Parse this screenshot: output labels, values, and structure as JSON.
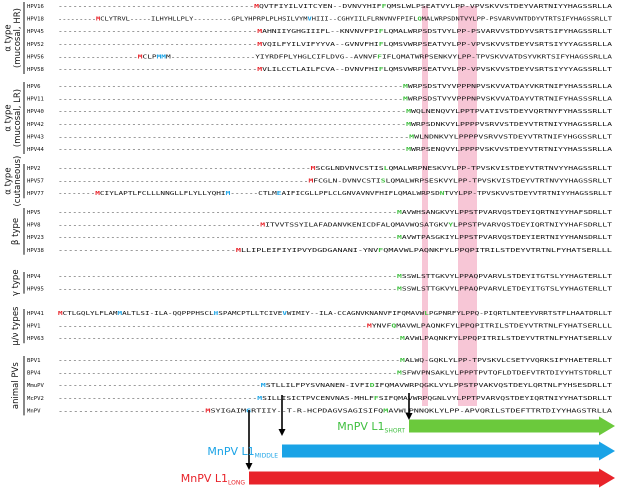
{
  "colors": {
    "start_red": "#e8232a",
    "start_blue": "#1aa3e6",
    "start_green": "#3fbf3f",
    "highlight_pink": "#f7c6d6",
    "arrow_green": "#6bc93c",
    "arrow_blue": "#1aa3e6",
    "arrow_red": "#e8232a",
    "text": "#111111",
    "dash": "#222222"
  },
  "groups": [
    {
      "label_lines": [
        "α type",
        "(mucosal, HR)"
      ],
      "rows": [
        {
          "name": "HPV16",
          "seq": "----------------------------------------MQVTFIYILVITCYEN--DVNVYHIFFQMSLWLPSEATVYLPP-VPVSKVVSTDEYVARTNIYYHAGSSRLLA"
        },
        {
          "name": "HPV18",
          "seq": "---------MCLYTRVL-----ILHYHLLPLY---------GPLYHPRPLPLHSILVYMVHIII--CGHYIILFLRNVNVFPIFLQMALWRPSDNTVYLPP-PSVARVVNTDDYVTRTSIFYHAGSSRLLT"
        },
        {
          "name": "HPV45",
          "seq": "-----------------------------------------MAHNIIYGHGIIIFL--KNVNVFPIFLQMALWRPSDSTVYLPP-PSVARVVSTDDYVSRTSIFYHAGSSRLLT"
        },
        {
          "name": "HPV52",
          "seq": "-----------------------------------------MVQILFYILVIFYYVA--GVNVFHIFLQMSVWRPSEATVYLPP-VPVSKVVSTDEYVSRTSIYYYAGSSRLLA"
        },
        {
          "name": "HPV56",
          "seq": "-----------------MCLPMMM------------------YIYRDFPLYHGLCIFLDVG--AVNVFFIFLQMATWRPSENKVYLPP-TPVSKVVATDSYVKRTSIFYHAGSSRLLA"
        },
        {
          "name": "HPV58",
          "seq": "-----------------------------------------MVLILCCTLAILFCVA--DVNVFHIFLQMSVWRPSEATVYLPP-VPVSKVVSTDEYVSRTSIYYYAGSSRLLT"
        }
      ]
    },
    {
      "label_lines": [
        "α type",
        "(mucosal, LR)"
      ],
      "rows": [
        {
          "name": "HPV6",
          "seq": "-----------------------------------------------------------------------MWRPSDSTVYVPPPNPVSKVVATDAYVKRTNIFYHASSSRLLA"
        },
        {
          "name": "HPV11",
          "seq": "-----------------------------------------------------------------------MWRPSDSTVYVPPPNPVSKVVATDAYVTRTNIFYHASSSRLLA"
        },
        {
          "name": "HPV40",
          "seq": "-----------------------------------------------------------------------MWQLNENQVYLPPTPVATIVSTDEYVQRTNYFYHASSSRLLT"
        },
        {
          "name": "HPV42",
          "seq": "-----------------------------------------------------------------------MWRPSDNKVYLPPPPVSRVVSTDEYVTRTNIYYHAGSSRLLA"
        },
        {
          "name": "HPV43",
          "seq": "-----------------------------------------------------------------------MWLNDNKVYLPPPPVSRVVSTDEYVTRTNIFYHGGSSRLLT"
        },
        {
          "name": "HPV44",
          "seq": "-----------------------------------------------------------------------MWRPSENQVYLPPPPVSKVVSTDEYVTRTNIYYHASSSRLLA"
        }
      ]
    },
    {
      "label_lines": [
        "α type",
        "(cutaneous)"
      ],
      "rows": [
        {
          "name": "HPV2",
          "seq": "----------------------------------------------------MSCGLNDVNVCSTISLQMALWRPNESKVYLPP-TPVSKVISTDEYVTRTNVYYHAGSSRLLT"
        },
        {
          "name": "HPV57",
          "seq": "----------------------------------------------------MFCGLN-DVNVCSTISLQMALWRPSESKVYLPP-TPVSKVISTDEYVTRTNVYYHAGSSRLLT"
        },
        {
          "name": "HPV77",
          "seq": "--------MCIYLAPTLFCLLLNNGLLFLYLLYQHIM------CTLMEAIFICGLLPFLCLGNVAVNVFHIFLQMALWRPSDNTVYLPP-TPVSKVVSTDEYVTRTNIYYHAGSSRLLT"
        }
      ]
    },
    {
      "label_lines": [
        "β type"
      ],
      "rows": [
        {
          "name": "HPV5",
          "seq": "-----------------------------------------------------------------------MAVWHSANGKVYLPPSTPVARVQSTDEYIQRTNIYYHAFSDRLLT"
        },
        {
          "name": "HPV8",
          "seq": "------------------------------------------MITVVTSSYILAFADANVKENICDFALQMAVWQSATGKVYLPPSTPVARVQSTDEYIQRTNIYYHAFSDRLLT"
        },
        {
          "name": "HPV23",
          "seq": "-----------------------------------------------------------------------MAVWTPASGKIYLPPSTPVARVQSTDEYIERTNIYYHANSDRLLT"
        },
        {
          "name": "HPV38",
          "seq": "-----------------------------------MLLIPLEIFIYIPVYDGDGANANI-YNVFQMAVWLPAQNKFYLPPQPITRILSTDEYVTRTNLFYHATSERLLL"
        }
      ]
    },
    {
      "label_lines": [
        "γ type"
      ],
      "rows": [
        {
          "name": "HPV4",
          "seq": "-----------------------------------------------------------------------MSSWLSTTGKVYLPPAQPVARVLSTDEYITGTSLYYHAGTERLLT"
        },
        {
          "name": "HPV95",
          "seq": "-----------------------------------------------------------------------MSSWLSTTGKVYLPPAQPVARVLETDEYITGTSLYYHAGTERLLT"
        }
      ]
    },
    {
      "label_lines": [
        "μ/ν types"
      ],
      "rows": [
        {
          "name": "HPV41",
          "seq": "MCTLGQLYLFLAMMALTLSI-ILA-QQPPPHSCLHSPAMCPTLLTCIVEVWIMIY--ILA-CCAGNVKNANVFIFQMAVWLPGPNRFYLPPQ-PIQRTLNTEEYVRRTSTFLHAATDRLLT"
        },
        {
          "name": "HPV1",
          "seq": "---------------------------------------------------------------MYNVFQMAVWLPAQNKFYLPPQPITRILSTDEYVTRTNLFYHATSERLLL"
        },
        {
          "name": "HPV63",
          "seq": "-----------------------------------------------------------------------MAVWLPAQNKFYLPPQPITRILSTDEYVTRTNLFYHATSERLLV"
        }
      ]
    },
    {
      "label_lines": [
        "animal PVs"
      ],
      "rows": [
        {
          "name": "BPV1",
          "seq": "-----------------------------------------------------------------------MALWQ-GQKLYLPP-TPVSKVLCSETYVQRKSIFYHAETERLLT"
        },
        {
          "name": "BPV4",
          "seq": "-----------------------------------------------------------------------MSFWVPNSAKLYLPPPTPVTQFLDTDEFVTRTDIYYHTSTDRLLT"
        },
        {
          "name": "MmuPV",
          "seq": "-----------------------------------------MSTLLILFPYSVNANEN-IVFIDIFQMAVWRPQGKLVYLPPSTPVAKVQSTDEYLQRTNLFYHSESDRLLT"
        },
        {
          "name": "McPV2",
          "seq": "-----------------------------------------MSILLISICTPVCENVNAS-MHLFFSIFQMAVWRPQGNLVYLPPTPVARVQSTDEYIQRTNIYYHATSDRLLT"
        },
        {
          "name": "MnPV",
          "seq": "-----------------------------MSYIGAIMGRTIIY--T-R-HCPDAGVSAGISIFQMAVWLPNNQKLYLPP-APVQRILSTDEFTTRTDIYYHAGSTRLLA"
        }
      ]
    }
  ],
  "start_marks": [
    {
      "row": "HPV16",
      "index": 40,
      "color": "red"
    },
    {
      "row": "HPV16",
      "index": 66,
      "color": "green"
    },
    {
      "row": "HPV18",
      "index": 9,
      "color": "red"
    },
    {
      "row": "HPV18",
      "index": 59,
      "color": "blue"
    },
    {
      "row": "HPV18",
      "index": 85,
      "color": "green"
    },
    {
      "row": "HPV45",
      "index": 41,
      "color": "red"
    },
    {
      "row": "HPV45",
      "index": 66,
      "color": "green"
    },
    {
      "row": "HPV52",
      "index": 41,
      "color": "red"
    },
    {
      "row": "HPV52",
      "index": 66,
      "color": "green"
    },
    {
      "row": "HPV56",
      "index": 17,
      "color": "red"
    },
    {
      "row": "HPV56",
      "index": 21,
      "color": "blue"
    },
    {
      "row": "HPV56",
      "index": 22,
      "color": "blue"
    },
    {
      "row": "HPV56",
      "index": 68,
      "color": "green"
    },
    {
      "row": "HPV58",
      "index": 41,
      "color": "red"
    },
    {
      "row": "HPV58",
      "index": 66,
      "color": "green"
    },
    {
      "row": "HPV6",
      "index": 71,
      "color": "green"
    },
    {
      "row": "HPV11",
      "index": 71,
      "color": "green"
    },
    {
      "row": "HPV40",
      "index": 71,
      "color": "green"
    },
    {
      "row": "HPV42",
      "index": 71,
      "color": "green"
    },
    {
      "row": "HPV43",
      "index": 71,
      "color": "green"
    },
    {
      "row": "HPV44",
      "index": 71,
      "color": "green"
    },
    {
      "row": "HPV2",
      "index": 52,
      "color": "red"
    },
    {
      "row": "HPV2",
      "index": 67,
      "color": "green"
    },
    {
      "row": "HPV57",
      "index": 52,
      "color": "red"
    },
    {
      "row": "HPV57",
      "index": 67,
      "color": "green"
    },
    {
      "row": "HPV77",
      "index": 8,
      "color": "red"
    },
    {
      "row": "HPV77",
      "index": 36,
      "color": "blue"
    },
    {
      "row": "HPV77",
      "index": 47,
      "color": "blue"
    },
    {
      "row": "HPV77",
      "index": 82,
      "color": "green"
    },
    {
      "row": "HPV5",
      "index": 71,
      "color": "green"
    },
    {
      "row": "HPV8",
      "index": 42,
      "color": "red"
    },
    {
      "row": "HPV8",
      "index": 81,
      "color": "green"
    },
    {
      "row": "HPV23",
      "index": 71,
      "color": "green"
    },
    {
      "row": "HPV38",
      "index": 35,
      "color": "red"
    },
    {
      "row": "HPV38",
      "index": 63,
      "color": "green"
    },
    {
      "row": "HPV4",
      "index": 71,
      "color": "green"
    },
    {
      "row": "HPV95",
      "index": 71,
      "color": "green"
    },
    {
      "row": "HPV41",
      "index": 0,
      "color": "red"
    },
    {
      "row": "HPV41",
      "index": 13,
      "color": "blue"
    },
    {
      "row": "HPV41",
      "index": 34,
      "color": "blue"
    },
    {
      "row": "HPV41",
      "index": 49,
      "color": "blue"
    },
    {
      "row": "HPV41",
      "index": 80,
      "color": "green"
    },
    {
      "row": "HPV1",
      "index": 63,
      "color": "red"
    },
    {
      "row": "HPV1",
      "index": 68,
      "color": "green"
    },
    {
      "row": "HPV63",
      "index": 71,
      "color": "green"
    },
    {
      "row": "BPV1",
      "index": 71,
      "color": "green"
    },
    {
      "row": "BPV4",
      "index": 71,
      "color": "green"
    },
    {
      "row": "MmuPV",
      "index": 41,
      "color": "blue"
    },
    {
      "row": "MmuPV",
      "index": 63,
      "color": "green"
    },
    {
      "row": "McPV2",
      "index": 41,
      "color": "blue"
    },
    {
      "row": "McPV2",
      "index": 65,
      "color": "green"
    },
    {
      "row": "MnPV",
      "index": 29,
      "color": "red"
    },
    {
      "row": "MnPV",
      "index": 37,
      "color": "blue"
    },
    {
      "row": "MnPV",
      "index": 64,
      "color": "green"
    }
  ],
  "legend": [
    {
      "prefix": "MnPV L1",
      "suffix": "SHORT",
      "color": "green"
    },
    {
      "prefix": "MnPV L1",
      "suffix": "MIDDLE",
      "color": "blue"
    },
    {
      "prefix": "MnPV L1",
      "suffix": "LONG",
      "color": "red"
    }
  ]
}
